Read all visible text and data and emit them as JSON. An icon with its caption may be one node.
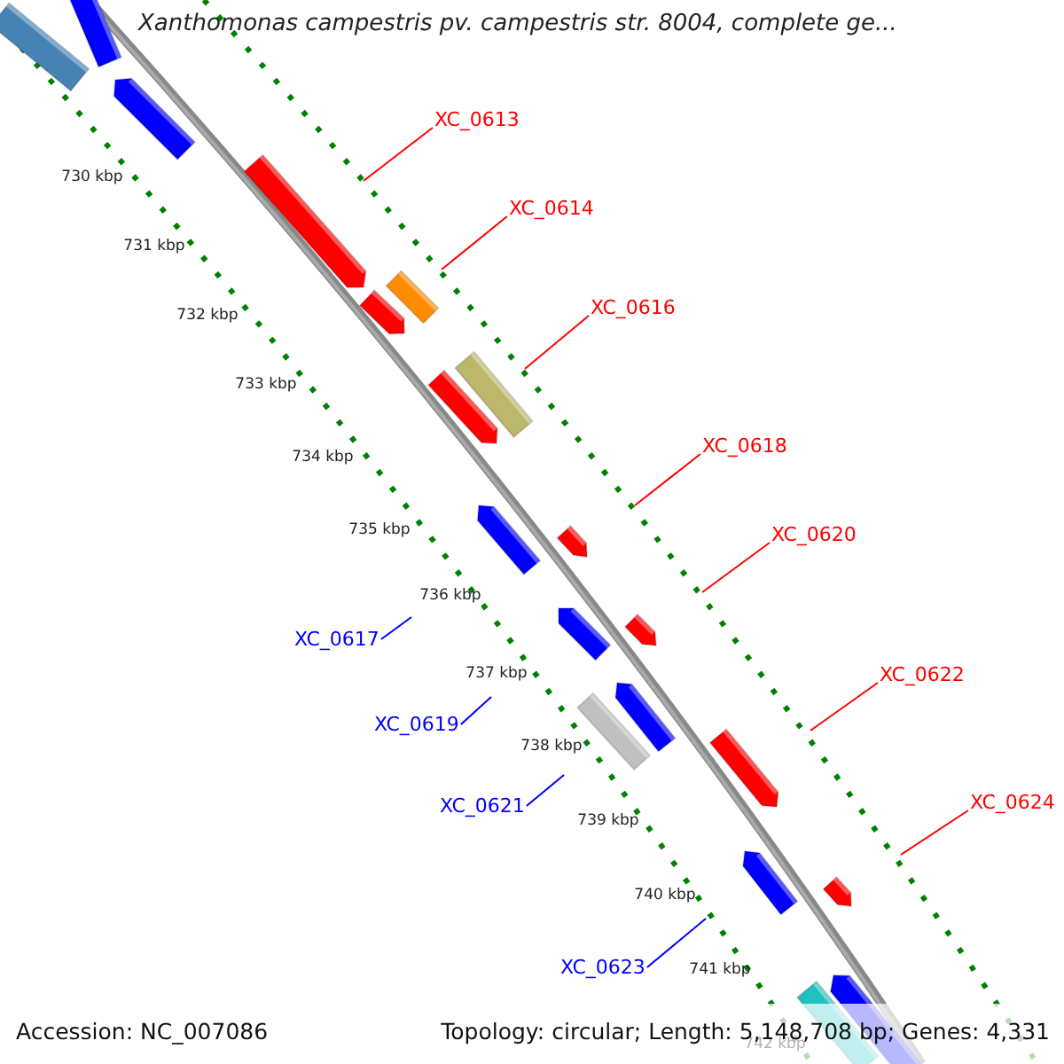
{
  "diagram": {
    "title": "Xanthomonas campestris pv. campestris str. 8004, complete ge...",
    "nodes": [
      {
        "text": [
          "XC_0613"
        ]
      },
      {
        "text": [
          "XC_0614"
        ]
      },
      {
        "text": [
          "XC_0616"
        ]
      },
      {
        "text": [
          "XC_0618"
        ]
      },
      {
        "text": [
          "XC_0620"
        ]
      },
      {
        "text": [
          "XC_0622"
        ]
      },
      {
        "text": [
          "XC_0624"
        ]
      },
      {
        "text": [
          "XC_0617"
        ]
      },
      {
        "text": [
          "XC_0619"
        ]
      },
      {
        "text": [
          "XC_0621"
        ]
      },
      {
        "text": [
          "XC_0623"
        ]
      }
    ],
    "edges": [
      {
        "from": 0,
        "to": null,
        "arrow": "none"
      },
      {
        "from": 1,
        "to": null,
        "arrow": "none"
      },
      {
        "from": 2,
        "to": null,
        "arrow": "none"
      },
      {
        "from": 3,
        "to": null,
        "arrow": "none"
      },
      {
        "from": 4,
        "to": null,
        "arrow": "none"
      },
      {
        "from": 5,
        "to": null,
        "arrow": "none"
      },
      {
        "from": 6,
        "to": null,
        "arrow": "none"
      },
      {
        "from": 7,
        "to": null,
        "arrow": "none",
        "color": "#0000ff"
      },
      {
        "from": 8,
        "to": null,
        "arrow": "none",
        "color": "#0000ff"
      },
      {
        "from": 9,
        "to": null,
        "arrow": "none",
        "color": "#0000ff"
      },
      {
        "from": 10,
        "to": null,
        "arrow": "none",
        "color": "#0000ff"
      }
    ],
    "labels": [
      "730 kbp",
      "731 kbp",
      "732 kbp",
      "733 kbp",
      "734 kbp",
      "735 kbp",
      "736 kbp",
      "737 kbp",
      "738 kbp",
      "739 kbp",
      "740 kbp",
      "741 kbp",
      "742 kbp",
      "Accession: NC_007086",
      "Topology: circular; Length: 5,148,708 bp; Genes: 4,331"
    ]
  }
}
